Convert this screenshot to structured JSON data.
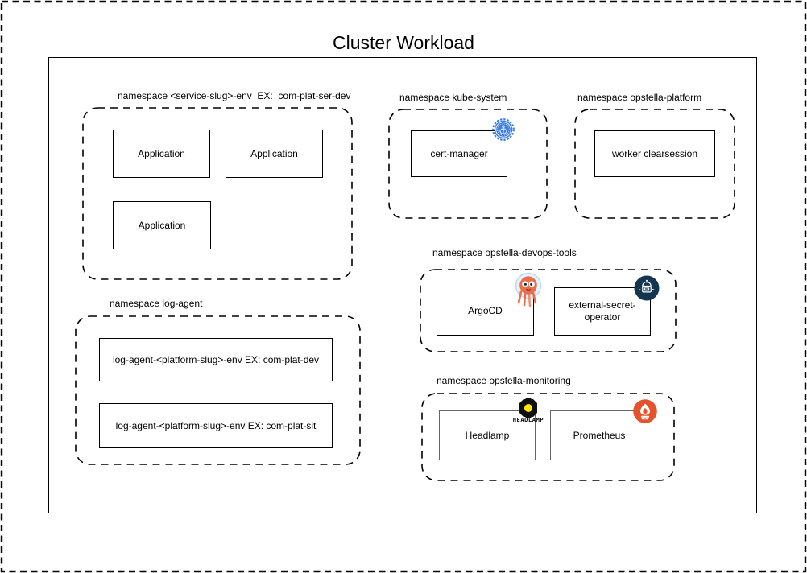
{
  "title": "Cluster Workload",
  "diagram": {
    "groups": [
      {
        "label": "namespace <service-slug>-env  EX:  com-plat-ser-dev",
        "nodes": [
          {
            "label": "Application"
          },
          {
            "label": "Application"
          },
          {
            "label": "Application"
          }
        ]
      },
      {
        "label": "namespace kube-system",
        "nodes": [
          {
            "label": "cert-manager",
            "icon": "cert-manager-icon"
          }
        ]
      },
      {
        "label": "namespace opstella-platform",
        "nodes": [
          {
            "label": "worker clearsession"
          }
        ]
      },
      {
        "label": "namespace opstella-devops-tools",
        "nodes": [
          {
            "label": "ArgoCD",
            "icon": "argocd-icon"
          },
          {
            "label": "external-secret-operator",
            "icon": "external-secrets-icon"
          }
        ]
      },
      {
        "label": "namespace log-agent",
        "nodes": [
          {
            "label": "log-agent-<platform-slug>-env EX: com-plat-dev"
          },
          {
            "label": "log-agent-<platform-slug>-env EX: com-plat-sit"
          }
        ]
      },
      {
        "label": "namespace opstella-monitoring",
        "nodes": [
          {
            "label": "Headlamp",
            "icon": "headlamp-icon",
            "wordmark": "HEADLAMP"
          },
          {
            "label": "Prometheus",
            "icon": "prometheus-icon"
          }
        ]
      }
    ]
  },
  "colors": {
    "line_black": "#000000",
    "monitoring_box_border": "#666666",
    "cert_manager_blue": "#3B7DE8",
    "external_secrets_navy": "#14354F",
    "argocd_orange": "#EC6D4E",
    "argocd_halo": "#E7F3F8",
    "headlamp_black": "#101010",
    "headlamp_yellow": "#FFE604",
    "prometheus_orange": "#E6522C"
  }
}
